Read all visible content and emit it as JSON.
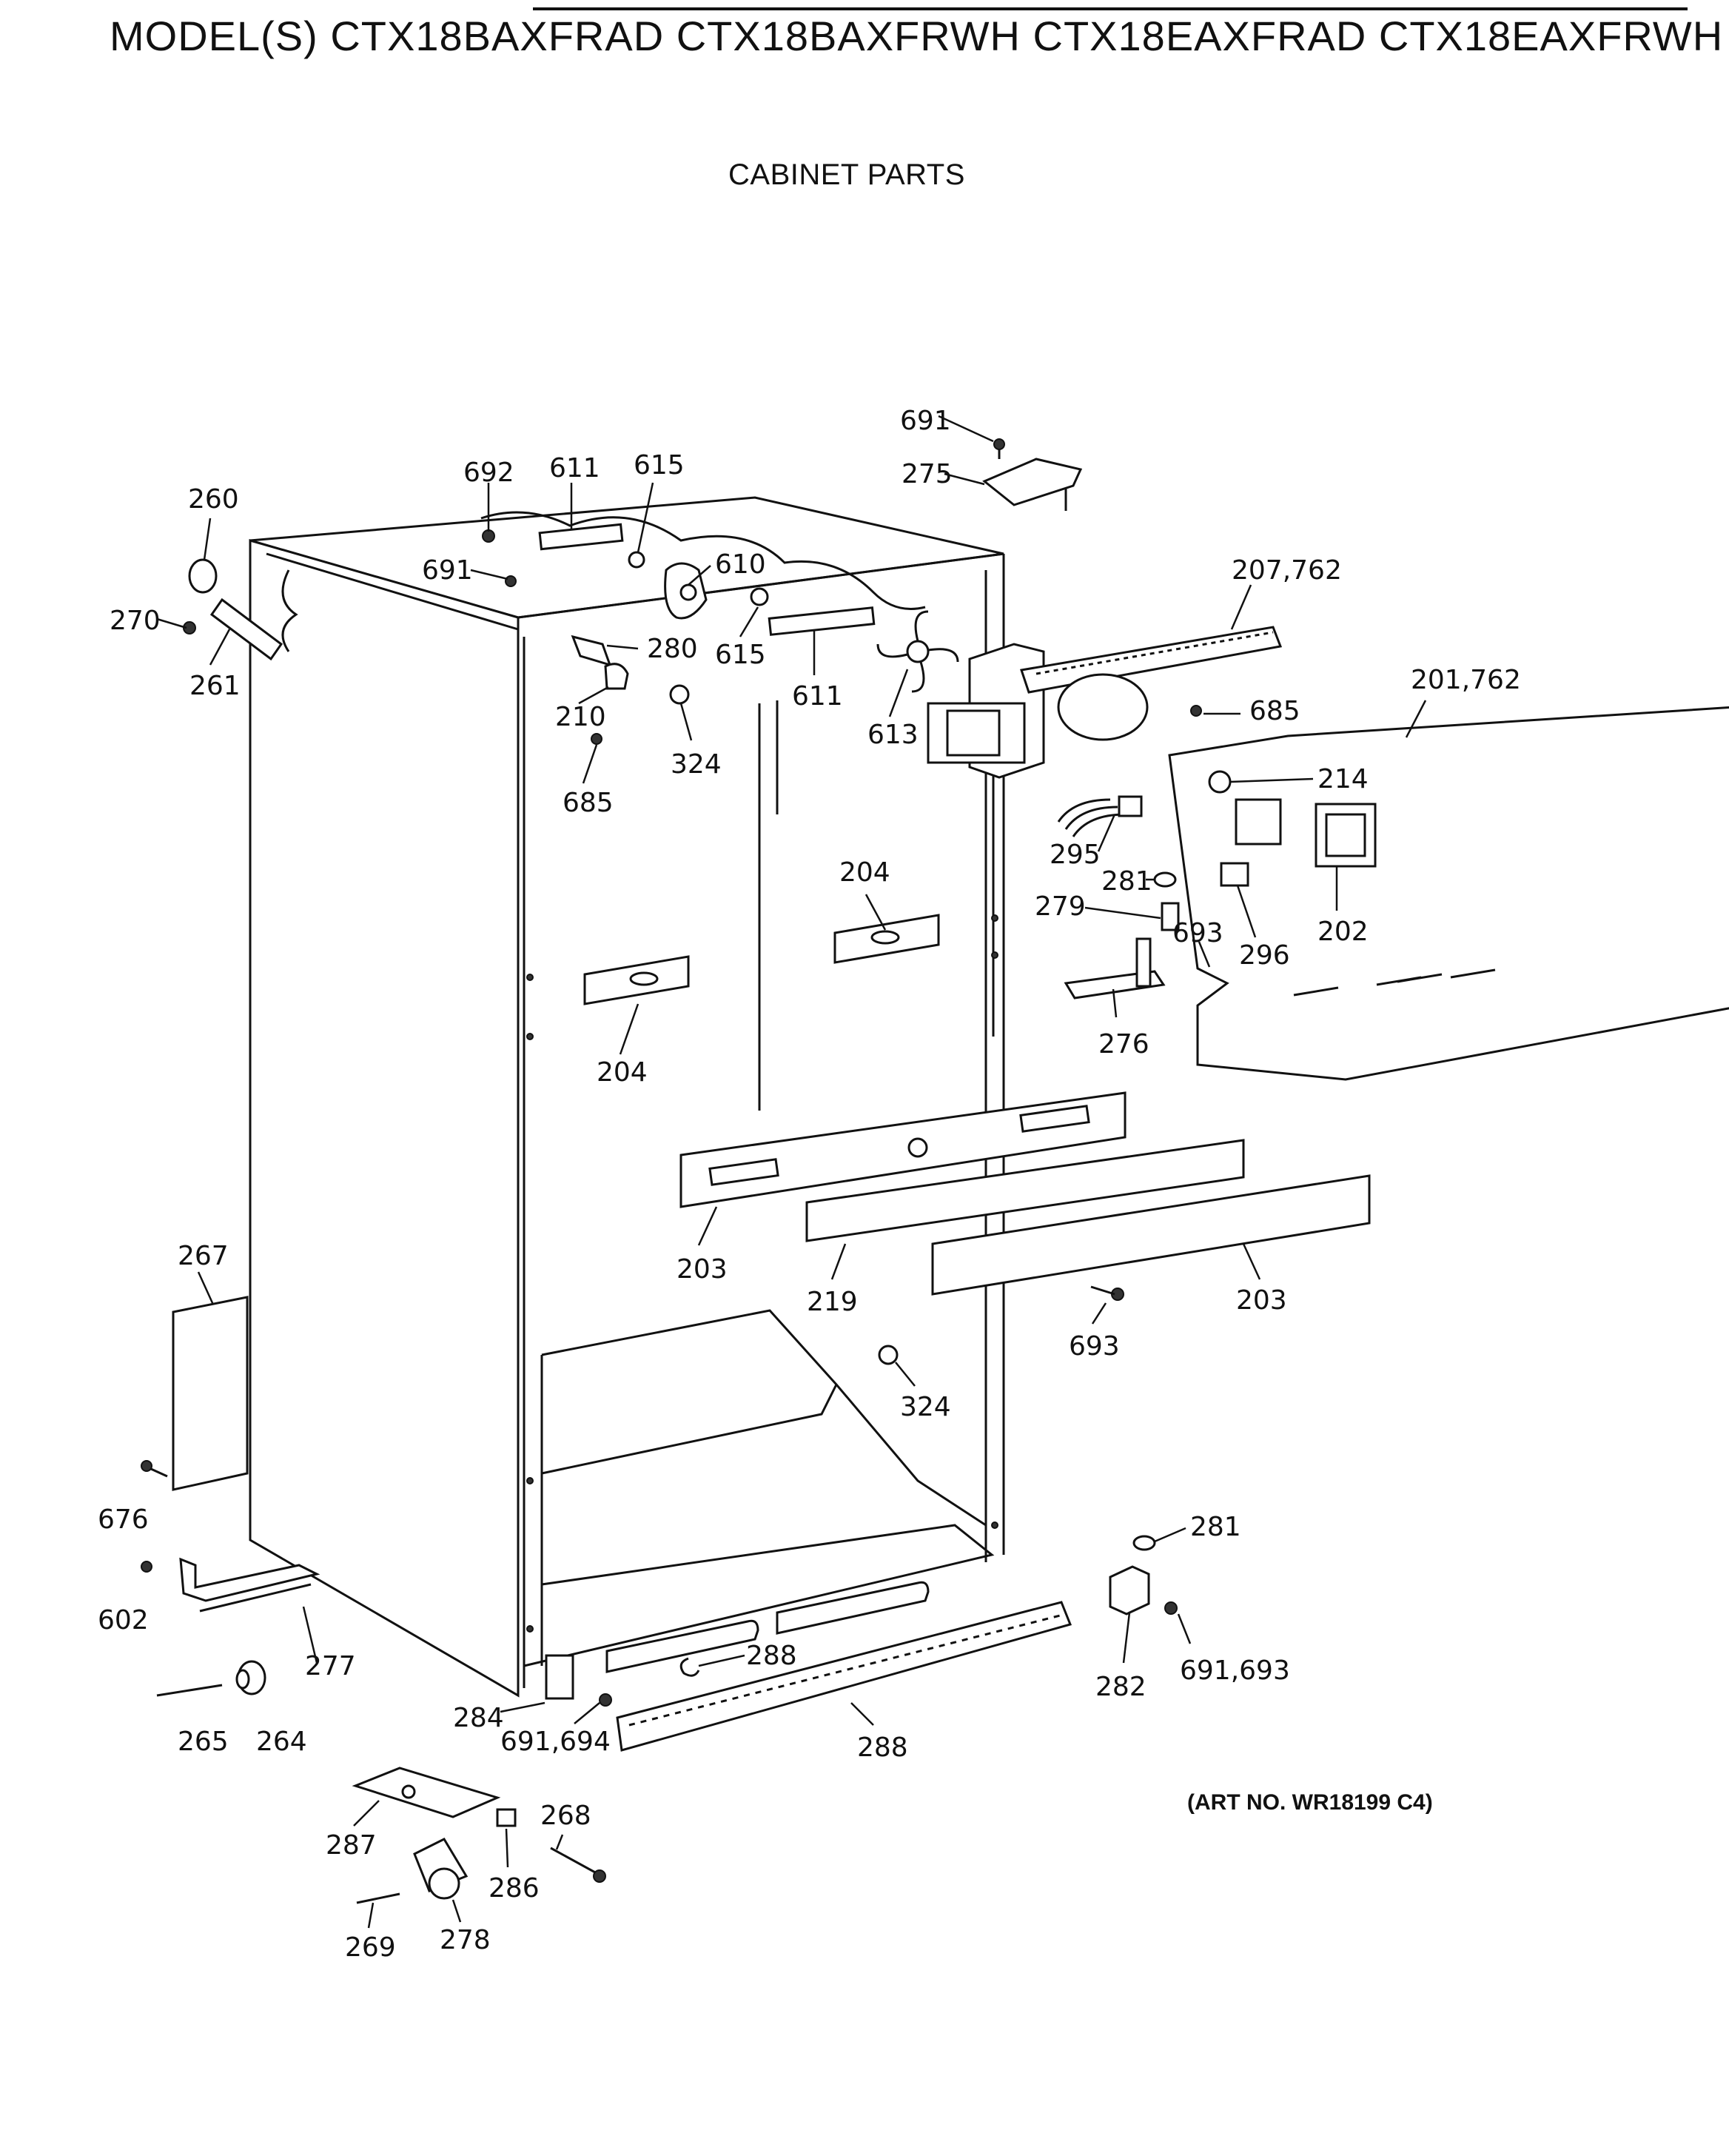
{
  "header": {
    "model_line": "MODEL(S) CTX18BAXFRAD  CTX18BAXFRWH  CTX18EAXFRAD  CTX18EAXFRWH",
    "section_title": "CABINET PARTS"
  },
  "footer": {
    "art_number": "(ART NO. WR18199 C4)"
  },
  "callouts": [
    {
      "id": "c-691-top",
      "label": "691"
    },
    {
      "id": "c-275",
      "label": "275"
    },
    {
      "id": "c-692",
      "label": "692"
    },
    {
      "id": "c-611-a",
      "label": "611"
    },
    {
      "id": "c-615-a",
      "label": "615"
    },
    {
      "id": "c-260",
      "label": "260"
    },
    {
      "id": "c-691-b",
      "label": "691"
    },
    {
      "id": "c-610",
      "label": "610"
    },
    {
      "id": "c-207-762",
      "label": "207,762"
    },
    {
      "id": "c-270",
      "label": "270"
    },
    {
      "id": "c-280",
      "label": "280"
    },
    {
      "id": "c-615-b",
      "label": "615"
    },
    {
      "id": "c-261",
      "label": "261"
    },
    {
      "id": "c-611-b",
      "label": "611"
    },
    {
      "id": "c-201-762",
      "label": "201,762"
    },
    {
      "id": "c-210",
      "label": "210"
    },
    {
      "id": "c-613",
      "label": "613"
    },
    {
      "id": "c-685-a",
      "label": "685"
    },
    {
      "id": "c-324-a",
      "label": "324"
    },
    {
      "id": "c-214",
      "label": "214"
    },
    {
      "id": "c-685-b",
      "label": "685"
    },
    {
      "id": "c-295",
      "label": "295"
    },
    {
      "id": "c-204-a",
      "label": "204"
    },
    {
      "id": "c-281-a",
      "label": "281"
    },
    {
      "id": "c-279",
      "label": "279"
    },
    {
      "id": "c-693-a",
      "label": "693"
    },
    {
      "id": "c-202",
      "label": "202"
    },
    {
      "id": "c-296",
      "label": "296"
    },
    {
      "id": "c-276",
      "label": "276"
    },
    {
      "id": "c-204-b",
      "label": "204"
    },
    {
      "id": "c-267",
      "label": "267"
    },
    {
      "id": "c-203-a",
      "label": "203"
    },
    {
      "id": "c-219",
      "label": "219"
    },
    {
      "id": "c-203-b",
      "label": "203"
    },
    {
      "id": "c-693-b",
      "label": "693"
    },
    {
      "id": "c-324-b",
      "label": "324"
    },
    {
      "id": "c-676",
      "label": "676"
    },
    {
      "id": "c-281-b",
      "label": "281"
    },
    {
      "id": "c-602",
      "label": "602"
    },
    {
      "id": "c-277",
      "label": "277"
    },
    {
      "id": "c-288-a",
      "label": "288"
    },
    {
      "id": "c-282",
      "label": "282"
    },
    {
      "id": "c-691-693",
      "label": "691,693"
    },
    {
      "id": "c-284",
      "label": "284"
    },
    {
      "id": "c-265",
      "label": "265"
    },
    {
      "id": "c-264",
      "label": "264"
    },
    {
      "id": "c-691-694",
      "label": "691,694"
    },
    {
      "id": "c-288-b",
      "label": "288"
    },
    {
      "id": "c-268",
      "label": "268"
    },
    {
      "id": "c-287",
      "label": "287"
    },
    {
      "id": "c-286",
      "label": "286"
    },
    {
      "id": "c-269",
      "label": "269"
    },
    {
      "id": "c-278",
      "label": "278"
    }
  ]
}
